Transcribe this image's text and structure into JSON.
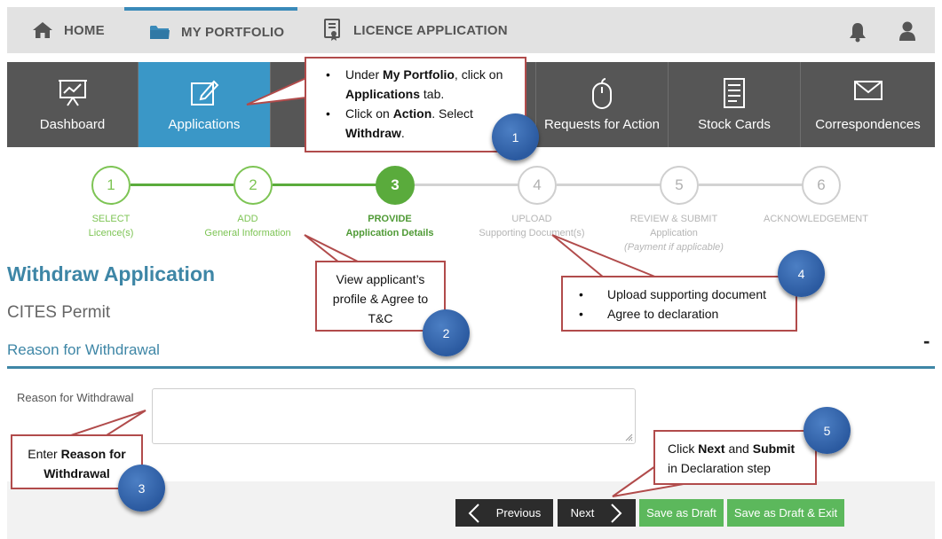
{
  "topnav": {
    "home_label": "HOME",
    "portfolio_label": "MY PORTFOLIO",
    "licence_label": "LICENCE APPLICATION"
  },
  "tabs": [
    {
      "label": "Dashboard",
      "icon": "chart-board-icon"
    },
    {
      "label": "Applications",
      "icon": "edit-icon",
      "active": true
    },
    {
      "label": "Requests for Action",
      "icon": "mouse-icon"
    },
    {
      "label": "Stock Cards",
      "icon": "document-icon"
    },
    {
      "label": "Correspondences",
      "icon": "envelope-icon"
    }
  ],
  "stepper": [
    {
      "number": "1",
      "line1": "SELECT",
      "line2": "Licence(s)",
      "state": "done"
    },
    {
      "number": "2",
      "line1": "ADD",
      "line2": "General Information",
      "state": "done"
    },
    {
      "number": "3",
      "line1": "PROVIDE",
      "line2": "Application Details",
      "state": "current"
    },
    {
      "number": "4",
      "line1": "UPLOAD",
      "line2": "Supporting Document(s)",
      "state": "todo"
    },
    {
      "number": "5",
      "line1": "REVIEW & SUBMIT",
      "line2": "Application",
      "line3": "(Payment if applicable)",
      "state": "todo"
    },
    {
      "number": "6",
      "line1": "ACKNOWLEDGEMENT",
      "state": "todo"
    }
  ],
  "page": {
    "title": "Withdraw Application",
    "permit": "CITES Permit",
    "section_title": "Reason for Withdrawal",
    "collapse_symbol": "-"
  },
  "form": {
    "reason_label": "Reason for Withdrawal",
    "reason_value": "",
    "reason_placeholder": ""
  },
  "buttons": {
    "previous": "Previous",
    "next": "Next",
    "save_draft": "Save as Draft",
    "save_draft_exit": "Save as Draft & Exit"
  },
  "callouts": {
    "c1": {
      "badge": "1",
      "b1_pre": "Under ",
      "b1_bold1": "My Portfolio",
      "b1_mid": ", click on ",
      "b1_bold2": "Applications",
      "b1_post": " tab.",
      "b2_pre": "Click on ",
      "b2_bold1": "Action",
      "b2_mid": ". Select ",
      "b2_bold2": "Withdraw",
      "b2_post": "."
    },
    "c2": {
      "badge": "2",
      "text": "View applicant’s profile & Agree to T&C"
    },
    "c3": {
      "badge": "3",
      "pre": "Enter ",
      "bold": "Reason for Withdrawal"
    },
    "c4": {
      "badge": "4",
      "b1": "Upload supporting document",
      "b2": "Agree to declaration"
    },
    "c5": {
      "badge": "5",
      "pre": "Click ",
      "bold1": "Next",
      "mid": " and ",
      "bold2": "Submit",
      "post": " in Declaration step"
    }
  },
  "colors": {
    "tab_bar": "#565656",
    "tab_active": "#3a97c7",
    "step_done": "#7dc454",
    "step_current": "#5aab3c",
    "step_todo": "#cfcfcf",
    "heading": "#3e86a6",
    "button_dark": "#2c2c2c",
    "button_green": "#5cb85c",
    "callout_border": "#b14b4b",
    "badge": "#2b5aa0"
  }
}
